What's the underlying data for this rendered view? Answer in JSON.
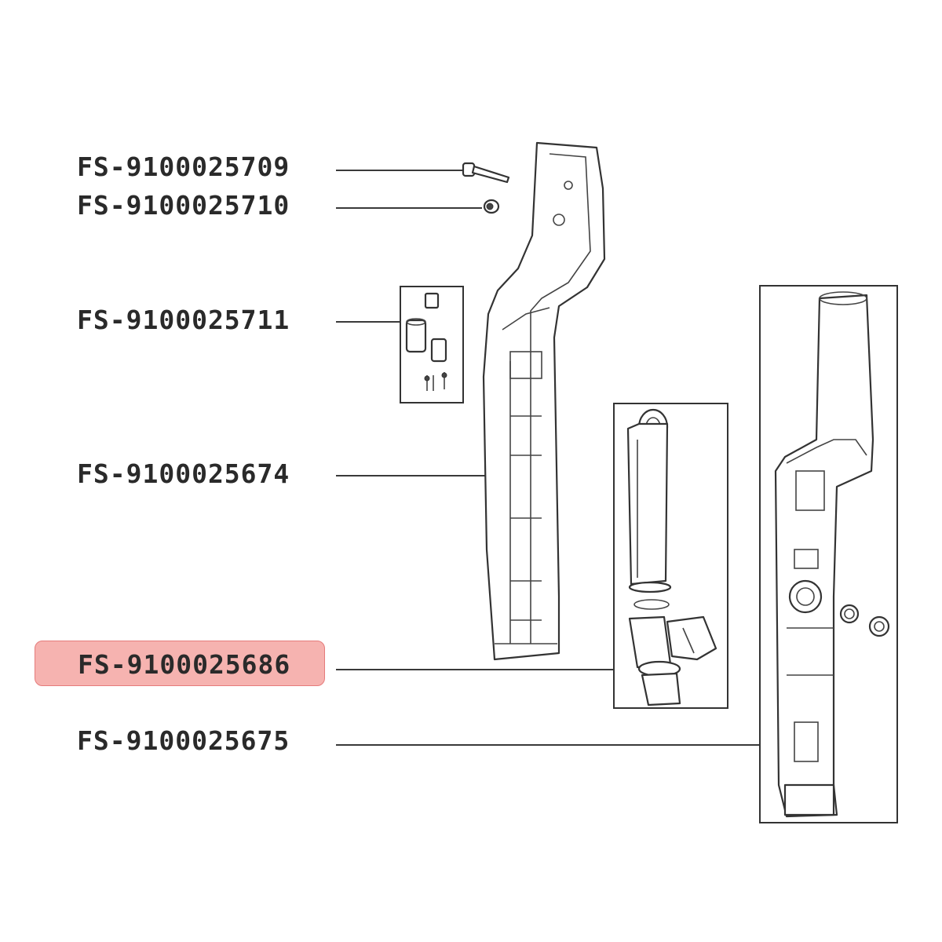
{
  "diagram": {
    "highlight_color": "#f6b3b0",
    "part_labels": [
      {
        "code": "FS-9100025709",
        "highlighted": false
      },
      {
        "code": "FS-9100025710",
        "highlighted": false
      },
      {
        "code": "FS-9100025711",
        "highlighted": false
      },
      {
        "code": "FS-9100025674",
        "highlighted": false
      },
      {
        "code": "FS-9100025686",
        "highlighted": true
      },
      {
        "code": "FS-9100025675",
        "highlighted": false
      }
    ]
  }
}
